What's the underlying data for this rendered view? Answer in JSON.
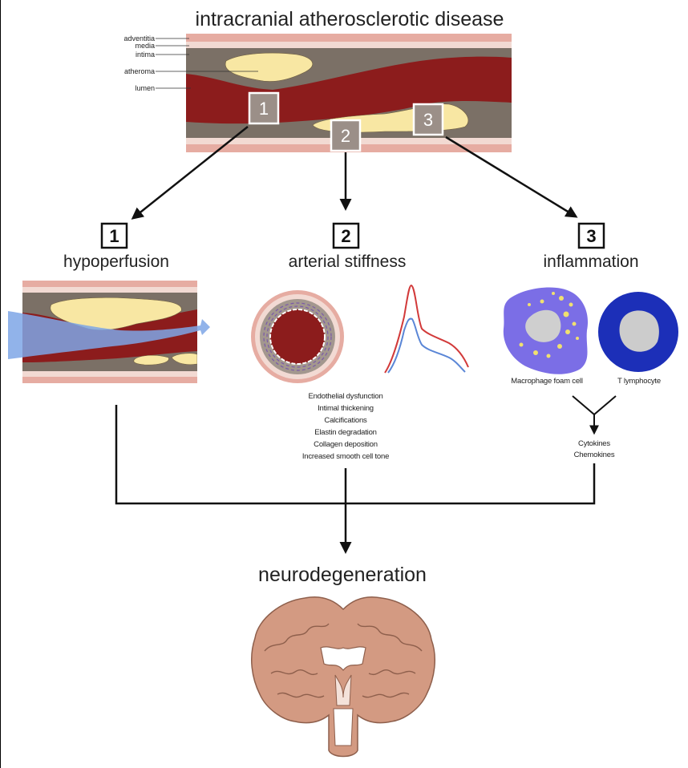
{
  "title": "intracranial atherosclerotic disease",
  "layers": [
    "adventitia",
    "media",
    "intima",
    "atheroma",
    "lumen"
  ],
  "markers": [
    "1",
    "2",
    "3"
  ],
  "mechanisms": [
    {
      "number": "1",
      "label": "hypoperfusion"
    },
    {
      "number": "2",
      "label": "arterial stiffness"
    },
    {
      "number": "3",
      "label": "inflammation"
    }
  ],
  "stiffness_factors": [
    "Endothelial dysfunction",
    "Intimal thickening",
    "Calcifications",
    "Elastin degradation",
    "Collagen deposition",
    "Increased smooth cell tone"
  ],
  "cells": [
    "Macrophage foam cell",
    "T lymphocyte"
  ],
  "inflammation_products": [
    "Cytokines",
    "Chemokines"
  ],
  "outcome": "neurodegeneration",
  "colors": {
    "adventitia": "#e8b4ac",
    "media": "#f2dcd6",
    "intima": "#7b7066",
    "atheroma": "#f8e7a3",
    "lumen": "#8c1c1c",
    "marker": "#9b8f88",
    "blood_flow": "#7ea6e6",
    "macrophage": "#7b6ee6",
    "lymphocyte": "#1c2fb8",
    "brain": "#d39a82"
  }
}
